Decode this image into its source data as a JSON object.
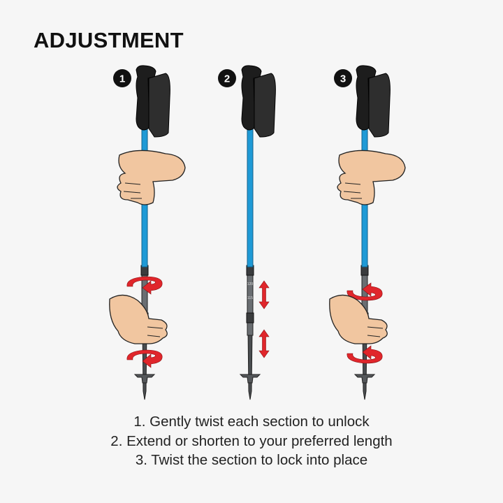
{
  "title": "ADJUSTMENT",
  "panels": [
    {
      "number": "1",
      "action": "twist-unlock"
    },
    {
      "number": "2",
      "action": "extend-shorten",
      "markings": [
        "120",
        "115"
      ]
    },
    {
      "number": "3",
      "action": "twist-lock"
    }
  ],
  "instructions": [
    "1. Gently twist each section to unlock",
    "2. Extend or shorten to your preferred length",
    "3. Twist the section to lock into place"
  ],
  "colors": {
    "shaft": "#1f9ad6",
    "grip": "#222222",
    "arrow": "#e0262b",
    "skin": "#f1c6a0",
    "lower_section": "#5b5f63"
  },
  "icons": [
    "trekking-pole",
    "hand",
    "rotate-arrow-icon",
    "vertical-double-arrow-icon"
  ]
}
